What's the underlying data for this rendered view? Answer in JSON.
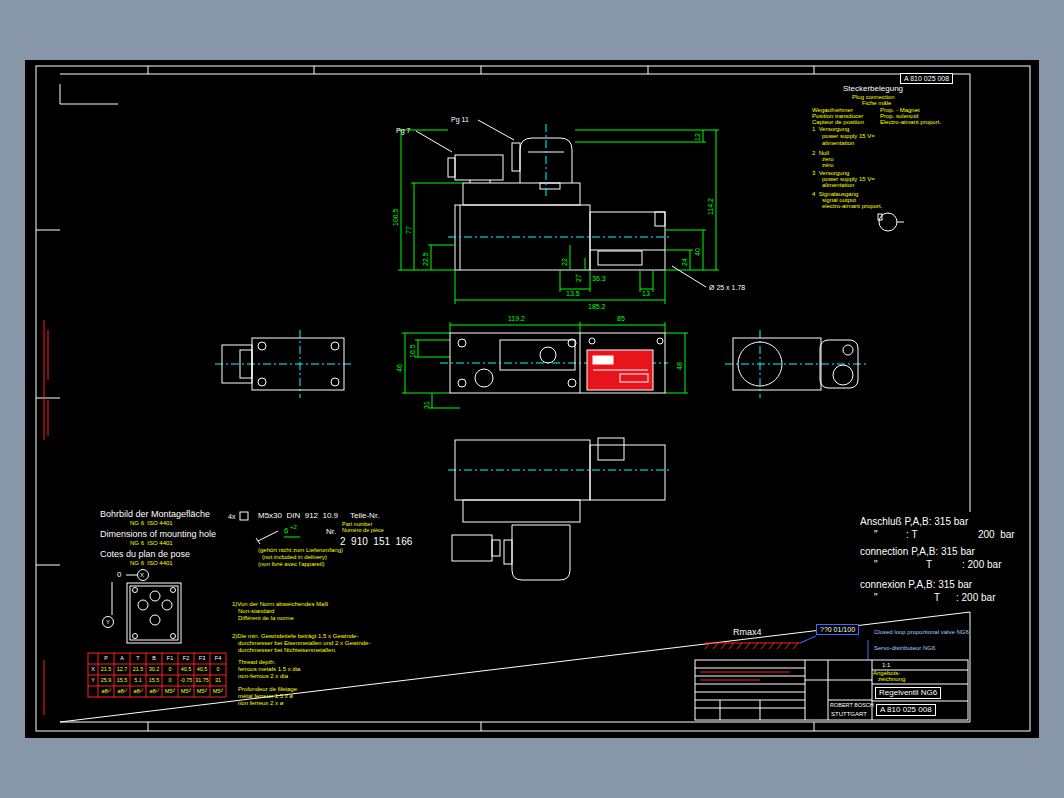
{
  "diagram": {
    "nodes": [
      {
        "text": [
          "A 810 025 008"
        ]
      },
      {
        "text": [
          "??0 01/100"
        ]
      },
      {
        "text": [
          "Regelventil NG6"
        ]
      },
      {
        "text": [
          "A 810 025 008"
        ]
      }
    ],
    "labels": [
      "Steckerbelegung",
      "Plug connection",
      "Fiche mâle",
      "Wegaufnehmer",
      "Prop. - Magnet",
      "Position transducer",
      "Prop. solenoid",
      "Capteur de position",
      "Electro-aimant proport.",
      "1  Versorgung",
      "power supply 15 V=",
      "alimentation",
      "2  Null",
      "zero",
      "zéro",
      "3  Versorgung",
      "power supply 15 V=",
      "alimentation",
      "4  Signalausgang",
      "signal output",
      "electro-aimant proport.",
      "Pg 7",
      "Pg 11",
      "12",
      "100.5",
      "77",
      "22.5",
      "22",
      "27",
      "24",
      "40",
      "114.2",
      "13.5",
      "36.3",
      "13",
      "185.2",
      "Ø 25 x 1.78",
      "119.2",
      "85",
      "16.5",
      "46",
      "48",
      "31",
      "Bohrbild der Montagefläche",
      "NG 6  ISO 4401",
      "Dimensions of mounting hole",
      "NG 6  ISO 4401",
      "Cotes du plan de pose",
      "NG 6  ISO 4401",
      "4x",
      "M5x30  DIN  912  10.9",
      "Teile-Nr.",
      "Part number",
      "Numéro de pièce",
      "Nr.",
      "2  910  151  166",
      "6",
      "+2",
      "(gehört nicht zum Lieferumfang)",
      "(not included in delivery)",
      "(non livré avec l'appareil)",
      "0",
      "X",
      "Y",
      "1)Von der Norm abweichendes Maß",
      "Non-standard",
      "Différent de la norme",
      "2)Die min. Gewindetiefe beträgt 1.5 x Gewinde-",
      "durchmesser bei Eisenmetallen und 2 x Gewinde-",
      "durchmesser bei Nichteisenmetallen.",
      "Thread depth:",
      "ferrous metals 1.5 x dia",
      "non-ferrous 2 x dia",
      "Profondeur de filetage",
      "métal ferreux 1.5 x ø",
      "non ferreux 2 x ø",
      "Anschluß P,A,B: 315 bar",
      "\"",
      ": T",
      "200  bar",
      "connection P,A,B: 315 bar",
      "\"",
      "T",
      ": 200 bar",
      "connexion P,A,B: 315 bar",
      "\"",
      "T",
      ": 200 bar",
      "Rmax4",
      "Closed loop proportional valve NG6",
      "Servo-distributeur NG6",
      "1:1",
      "Angebots-",
      "zeichnung",
      "ROBERT BOSCH",
      "STUTTGART",
      "P",
      "A",
      "T",
      "B",
      "F1",
      "F2",
      "F3",
      "F4",
      "X",
      "21.5",
      "12.7",
      "21.5",
      "30.2",
      "0",
      "40.5",
      "40.5",
      "0",
      "Y",
      "25.9",
      "15.5",
      "5.1",
      "15.5",
      "0",
      "-0.75",
      "31.75",
      "31",
      "ø8¹⁾",
      "ø8¹⁾",
      "ø8¹⁾",
      "ø8¹⁾",
      "M5²⁾",
      "M5²⁾",
      "M5²⁾",
      "M5²⁾"
    ]
  }
}
